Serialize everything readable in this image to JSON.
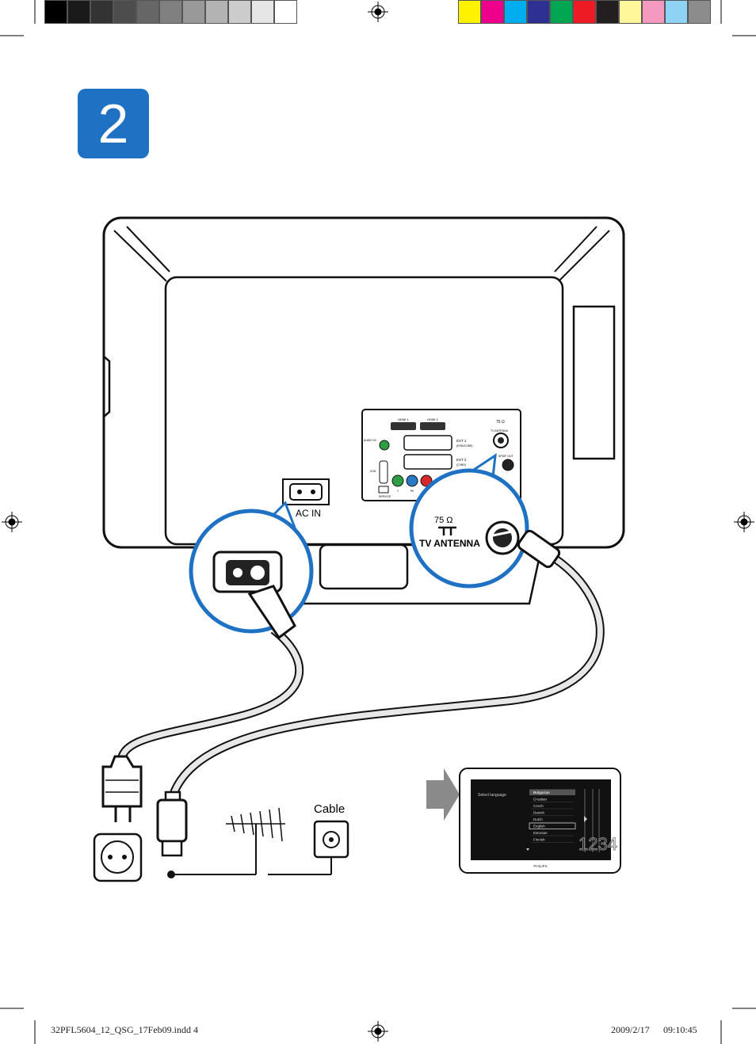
{
  "step": {
    "number": "2"
  },
  "swatches": {
    "gray": [
      "#000000",
      "#1a1a1a",
      "#333333",
      "#4d4d4d",
      "#666666",
      "#808080",
      "#999999",
      "#b3b3b3",
      "#cccccc",
      "#e6e6e6",
      "#ffffff"
    ],
    "color": [
      "#fff200",
      "#ec008c",
      "#00aeef",
      "#2e3192",
      "#00a651",
      "#ed1c24",
      "#231f20",
      "#fff799",
      "#f49ac1",
      "#8fd3f4",
      "#8c8c8c"
    ]
  },
  "tv_panel": {
    "hdmi1": "HDMI 1",
    "hdmi2": "HDMI 2",
    "ext1": "EXT 1",
    "ext1_sub": "(RGB/CVBS)",
    "ext2": "EXT 2",
    "ext2_sub": "(CVBS)",
    "audio_in": "AUDIO IN",
    "vga": "VGA",
    "service": "SERVICE",
    "ohm": "75 Ω",
    "tv_antenna_small": "TV ANTENNA",
    "spdif": "SPDIF OUT",
    "comp_y": "Y",
    "comp_pb": "Pb"
  },
  "callouts": {
    "ac_in": "AC IN",
    "ohm": "75 Ω",
    "tv_antenna": "TV ANTENNA",
    "cable": "Cable"
  },
  "tv_menu": {
    "title": "Select language",
    "languages": [
      "Bulgarian",
      "Croatian",
      "Czech",
      "Danish",
      "Dutch",
      "English",
      "Estonian",
      "Finnish"
    ],
    "selected": "English",
    "brand": "PHILIPS",
    "steps_digits": "1234"
  },
  "footer": {
    "filename": "32PFL5604_12_QSG_17Feb09.indd   4",
    "date": "2009/2/17",
    "time": "09:10:45"
  }
}
